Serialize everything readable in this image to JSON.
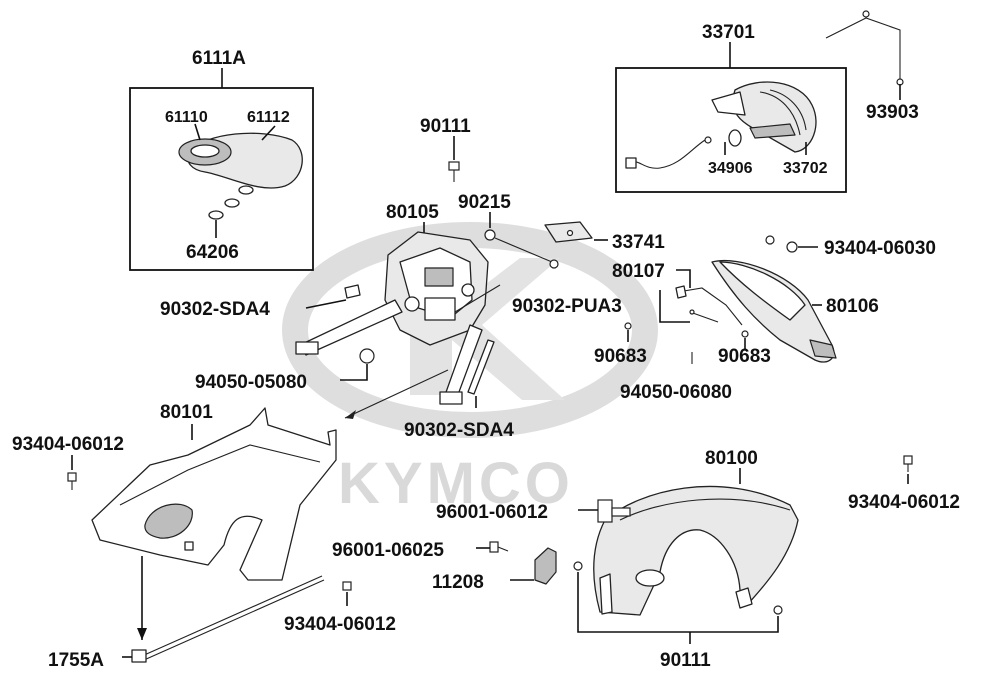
{
  "watermark": {
    "brand": "KYMCO"
  },
  "callouts": [
    {
      "id": "6111A",
      "text": "6111A"
    },
    {
      "id": "61110",
      "text": "61110"
    },
    {
      "id": "61112",
      "text": "61112"
    },
    {
      "id": "64206",
      "text": "64206"
    },
    {
      "id": "90111-top",
      "text": "90111"
    },
    {
      "id": "90215",
      "text": "90215"
    },
    {
      "id": "80105",
      "text": "80105"
    },
    {
      "id": "33741",
      "text": "33741"
    },
    {
      "id": "33701",
      "text": "33701"
    },
    {
      "id": "34906",
      "text": "34906"
    },
    {
      "id": "33702",
      "text": "33702"
    },
    {
      "id": "93903",
      "text": "93903"
    },
    {
      "id": "93404-06030",
      "text": "93404-06030"
    },
    {
      "id": "80107",
      "text": "80107"
    },
    {
      "id": "90302-PUA3",
      "text": "90302-PUA3"
    },
    {
      "id": "80106",
      "text": "80106"
    },
    {
      "id": "90302-SDA4-top",
      "text": "90302-SDA4"
    },
    {
      "id": "90683-left",
      "text": "90683"
    },
    {
      "id": "90683-right",
      "text": "90683"
    },
    {
      "id": "94050-05080",
      "text": "94050-05080"
    },
    {
      "id": "94050-06080",
      "text": "94050-06080"
    },
    {
      "id": "80101",
      "text": "80101"
    },
    {
      "id": "93404-06012-left",
      "text": "93404-06012"
    },
    {
      "id": "90302-SDA4-bottom",
      "text": "90302-SDA4"
    },
    {
      "id": "80100",
      "text": "80100"
    },
    {
      "id": "93404-06012-right",
      "text": "93404-06012"
    },
    {
      "id": "96001-06012",
      "text": "96001-06012"
    },
    {
      "id": "96001-06025",
      "text": "96001-06025"
    },
    {
      "id": "11208",
      "text": "11208"
    },
    {
      "id": "93404-06012-bottom",
      "text": "93404-06012"
    },
    {
      "id": "1755A",
      "text": "1755A"
    },
    {
      "id": "90111-bottom",
      "text": "90111"
    }
  ]
}
